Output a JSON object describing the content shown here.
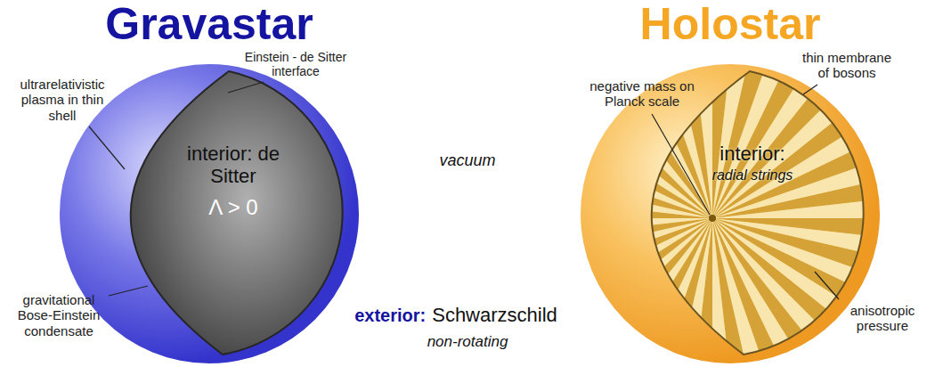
{
  "diagram": {
    "nodes": [
      {
        "text": [
          "Gravastar"
        ]
      },
      {
        "text": [
          "interior: de Sitter",
          "Λ > 0"
        ],
        "in": 0
      },
      {
        "text": [
          "Holostar"
        ]
      },
      {
        "text": [
          "interior:",
          "radial strings"
        ],
        "in": 2
      }
    ],
    "labels": [
      "ultrarelativistic plasma in thin shell",
      "Einstein - de Sitter interface",
      "gravitational Bose-Einstein condensate",
      "negative mass on Planck scale",
      "thin membrane of bosons",
      "anisotropic pressure",
      "vacuum",
      "exterior:",
      "Schwarzschild",
      "non-rotating"
    ]
  }
}
